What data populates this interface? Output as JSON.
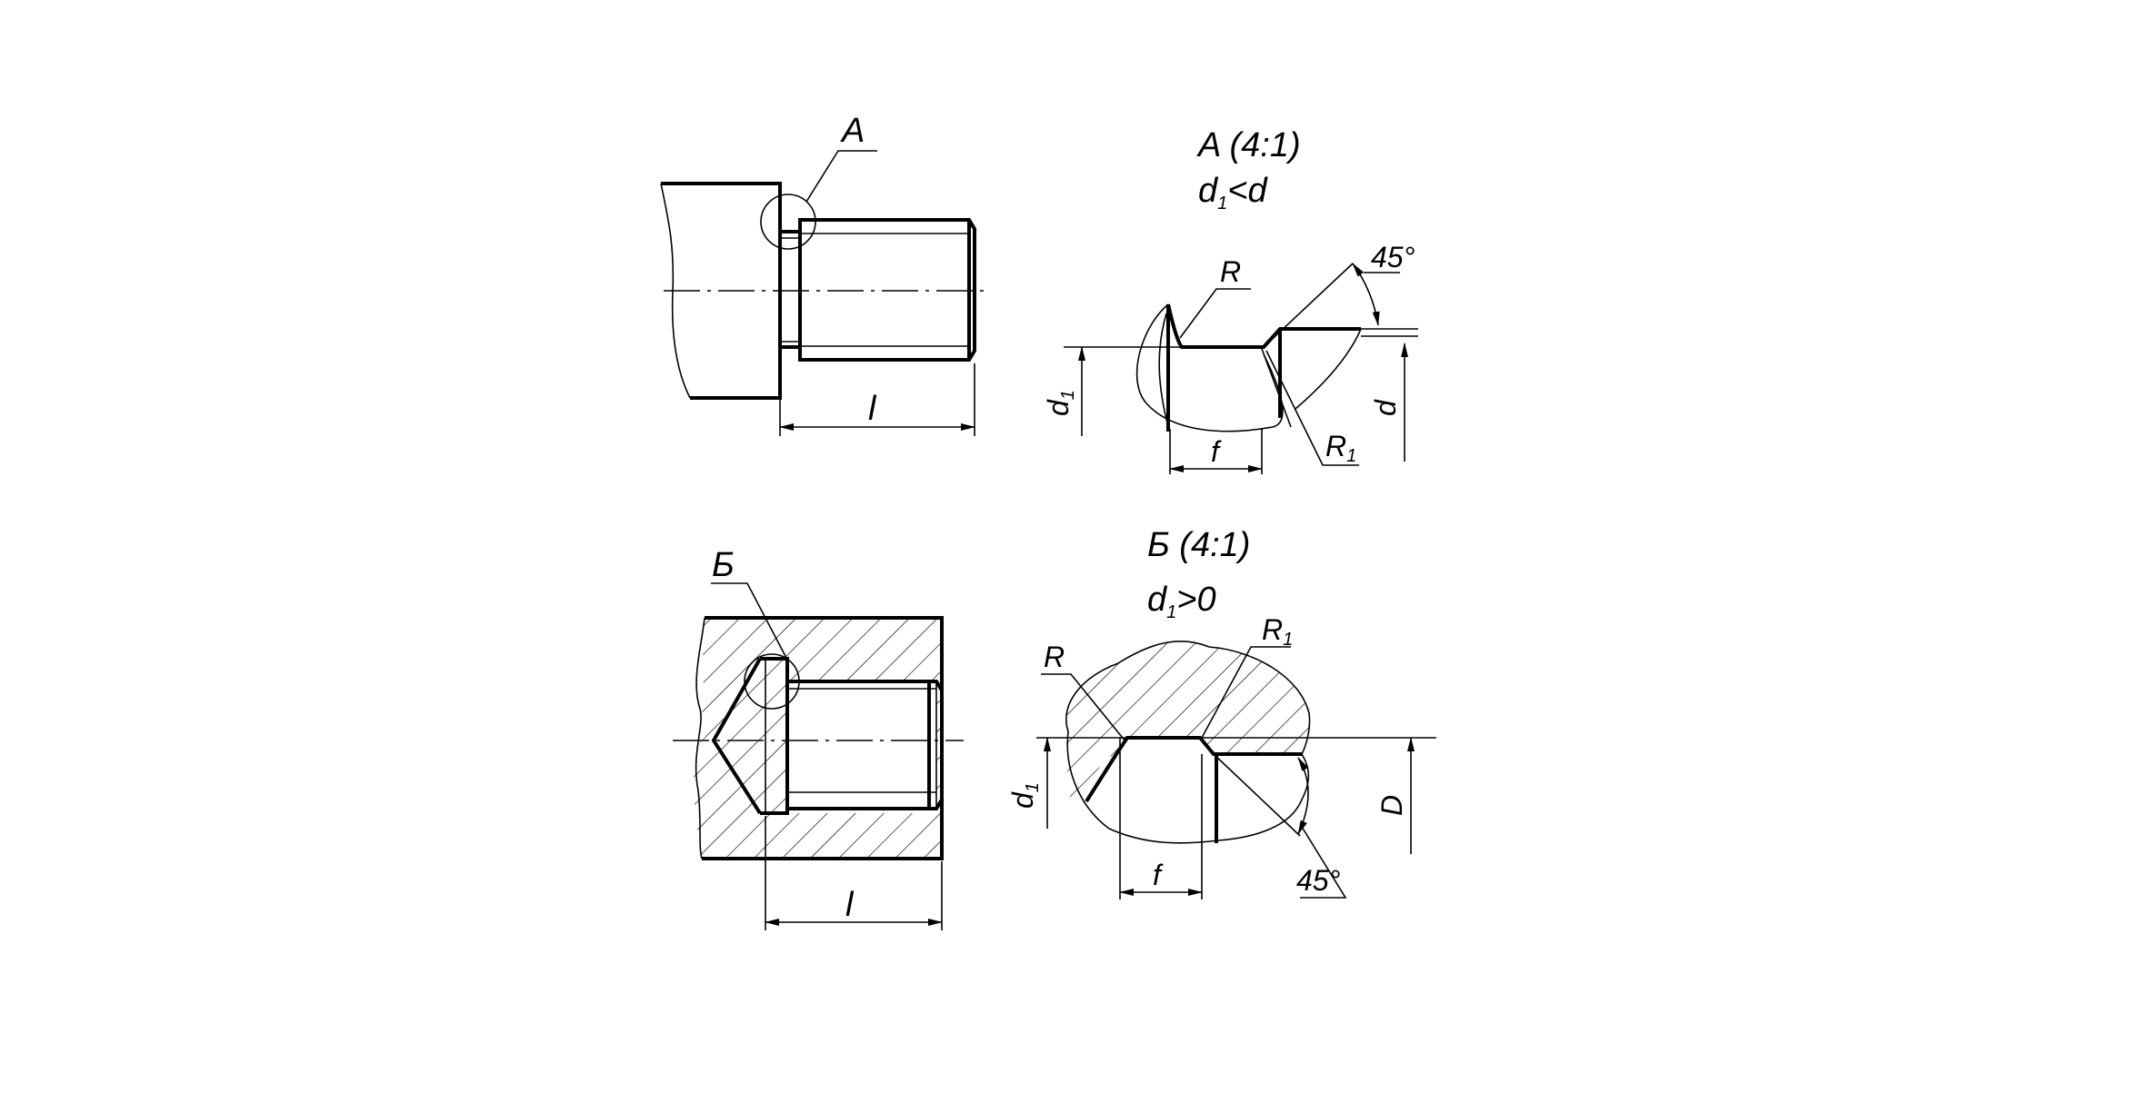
{
  "view_a": {
    "callout": "A",
    "title": "A  (4:1)",
    "condition_main": "d",
    "condition_sub": "1",
    "condition_rest": "<d",
    "dim_l": "l",
    "dim_R": "R",
    "dim_R1_main": "R",
    "dim_R1_sub": "1",
    "dim_angle": "45°",
    "dim_d1_main": "d",
    "dim_d1_sub": "1",
    "dim_d": "d",
    "dim_f": "f"
  },
  "view_b": {
    "callout": "Б",
    "title": "Б (4:1)",
    "condition_main": "d",
    "condition_sub": "1",
    "condition_rest": ">0",
    "dim_l": "l",
    "dim_R": "R",
    "dim_R1_main": "R",
    "dim_R1_sub": "1",
    "dim_angle": "45°",
    "dim_d1_main": "d",
    "dim_d1_sub": "1",
    "dim_D": "D",
    "dim_f": "f"
  }
}
